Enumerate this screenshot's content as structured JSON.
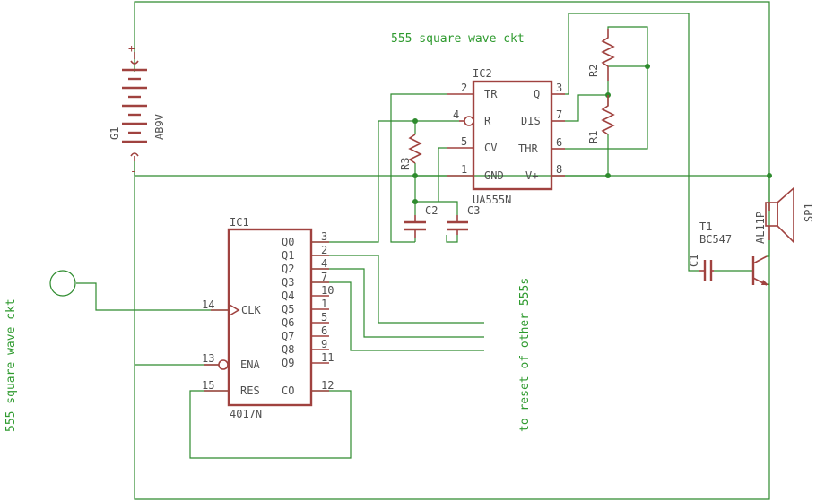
{
  "titles": {
    "top_title": "555 square  wave ckt",
    "left_title": "555 square  wave ckt",
    "reset_note": "to reset of other 555s"
  },
  "ic1": {
    "name": "IC1",
    "part": "4017N",
    "pins": [
      {
        "label": "Q0",
        "num": "3"
      },
      {
        "label": "Q1",
        "num": "2"
      },
      {
        "label": "Q2",
        "num": "4"
      },
      {
        "label": "Q3",
        "num": "7"
      },
      {
        "label": "Q4",
        "num": "10"
      },
      {
        "label": "Q5",
        "num": "1"
      },
      {
        "label": "Q6",
        "num": "5"
      },
      {
        "label": "Q7",
        "num": "6"
      },
      {
        "label": "Q8",
        "num": "9"
      },
      {
        "label": "Q9",
        "num": "11"
      },
      {
        "label": "CO",
        "num": "12"
      }
    ],
    "clk_label": "CLK",
    "clk_num": "14",
    "ena_label": "ENA",
    "ena_num": "13",
    "res_label": "RES",
    "res_num": "15"
  },
  "ic2": {
    "name": "IC2",
    "part": "UA555N",
    "left_pins": [
      {
        "label": "TR",
        "num": "2"
      },
      {
        "label": "R",
        "num": "4"
      },
      {
        "label": "CV",
        "num": "5"
      },
      {
        "label": "GND",
        "num": "1"
      }
    ],
    "right_pins": [
      {
        "label": "Q",
        "num": "3"
      },
      {
        "label": "DIS",
        "num": "7"
      },
      {
        "label": "THR",
        "num": "6"
      },
      {
        "label": "V+",
        "num": "8"
      }
    ]
  },
  "components": {
    "r1": "R1",
    "r2": "R2",
    "r3": "R3",
    "c1": "C1",
    "c2": "C2",
    "c3": "C3",
    "g1_name": "G1",
    "g1_value": "AB9V",
    "t1_name": "T1",
    "t1_value": "BC547",
    "sp1_name": "SP1",
    "sp1_value": "AL11P",
    "plus": "+",
    "minus": "-"
  },
  "colors": {
    "wire": "#2e8b2e",
    "symbol": "#a0423f",
    "label_text": "#505050",
    "note_text": "#2e9a2e",
    "background": "#ffffff"
  }
}
